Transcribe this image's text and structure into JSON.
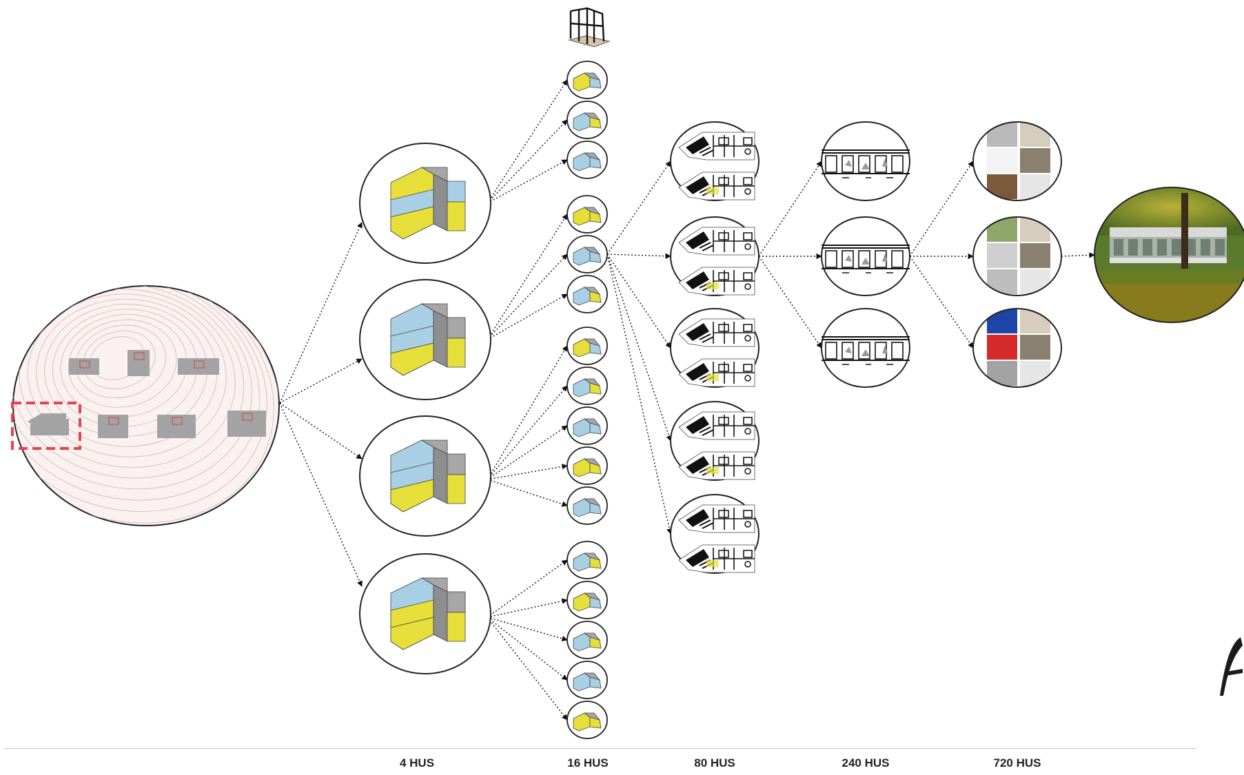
{
  "stages": [
    {
      "id": "4",
      "label": "4 HUS"
    },
    {
      "id": "16",
      "label": "16 HUS"
    },
    {
      "id": "80",
      "label": "80 HUS"
    },
    {
      "id": "240",
      "label": "240 HUS"
    },
    {
      "id": "720",
      "label": "720 HUS"
    }
  ],
  "colors": {
    "yellow": "#e6df3a",
    "blue": "#a9cfe4",
    "gray": "#a6a6a6",
    "site_fill": "#fbf1f0",
    "highlight": "#e8434c",
    "red_sample": "#d42a2a",
    "blue_sample": "#1f44a8"
  },
  "icons": {
    "site": "site-plan-icon",
    "volume": "building-volume-icon",
    "variant": "volume-variant-icon",
    "floorplan": "floor-plan-icon",
    "facade": "facade-elevation-icon",
    "material": "material-swatch-icon",
    "photo": "final-house-photo",
    "top": "structure-frame-icon"
  }
}
